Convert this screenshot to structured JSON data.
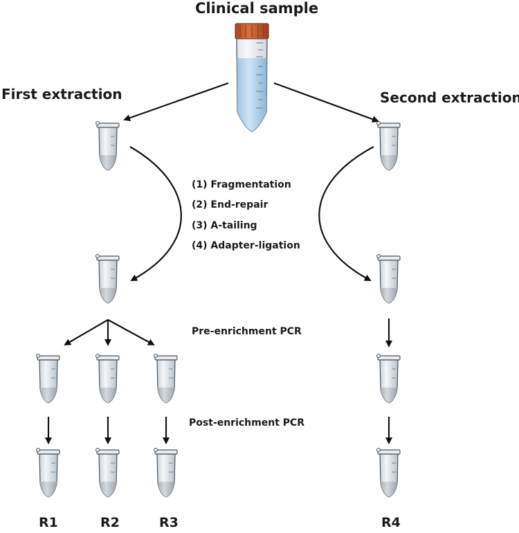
{
  "title": "Clinical sample",
  "extractions": {
    "first": "First extraction",
    "second": "Second extraction"
  },
  "steps": [
    "(1) Fragmentation",
    "(2) End-repair",
    "(3) A-tailing",
    "(4) Adapter-ligation"
  ],
  "pcr": {
    "pre": "Pre-enrichment PCR",
    "post": "Post-enrichment PCR"
  },
  "replicates": [
    "R1",
    "R2",
    "R3",
    "R4"
  ],
  "colors": {
    "cap": "#c85a2e",
    "liquid": "#bcd9ef",
    "tube_glass": "#f4f6f8",
    "tube_outline": "#4a5560",
    "arrow": "#111111"
  }
}
